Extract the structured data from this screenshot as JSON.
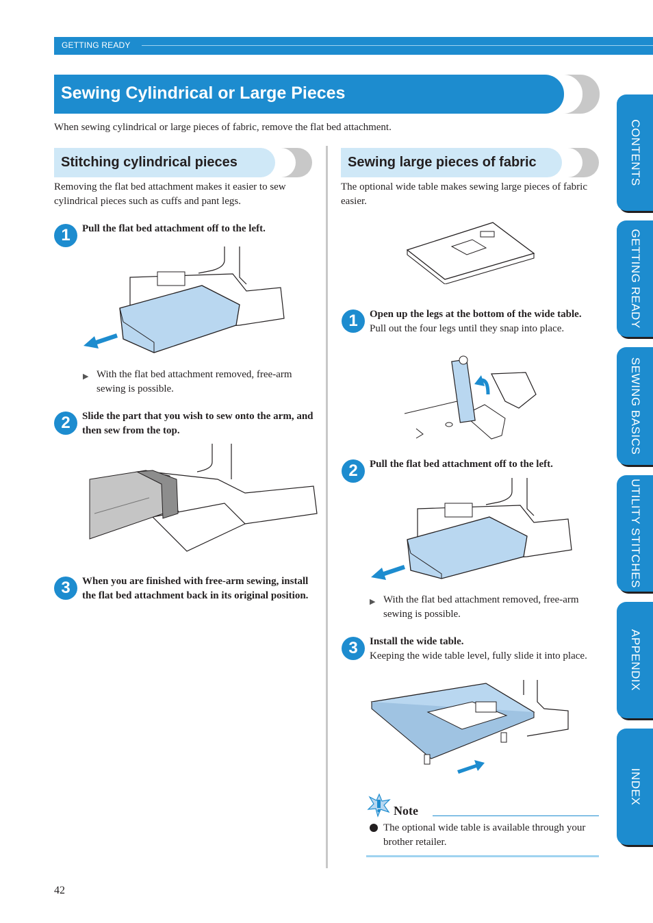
{
  "header": {
    "section": "GETTING READY"
  },
  "title": "Sewing Cylindrical or Large Pieces",
  "intro": "When sewing cylindrical or large pieces of fabric, remove the flat bed attachment.",
  "left": {
    "heading": "Stitching cylindrical pieces",
    "description": "Removing the flat bed attachment makes it easier to sew cylindrical pieces such as cuffs and pant legs.",
    "steps": [
      {
        "num": "1",
        "text": "Pull the flat bed attachment off to the left.",
        "result": "With the flat bed attachment removed, free-arm sewing is possible."
      },
      {
        "num": "2",
        "text": "Slide the part that you wish to sew onto the arm, and then sew from the top."
      },
      {
        "num": "3",
        "text": "When you are finished with free-arm sewing, install the flat bed attachment back in its original position."
      }
    ]
  },
  "right": {
    "heading": "Sewing large pieces of fabric",
    "description": "The optional wide table makes sewing large pieces of fabric easier.",
    "steps": [
      {
        "num": "1",
        "text": "Open up the legs at the bottom of the wide table.",
        "detail": "Pull out the four legs until they snap into place."
      },
      {
        "num": "2",
        "text": "Pull the flat bed attachment off to the left.",
        "result": "With the flat bed attachment removed, free-arm sewing is possible."
      },
      {
        "num": "3",
        "text": "Install the wide table.",
        "detail": "Keeping the wide table level, fully slide it into place."
      }
    ],
    "note": {
      "title": "Note",
      "text": "The optional wide table is available through your brother retailer."
    }
  },
  "tabs": [
    "CONTENTS",
    "GETTING READY",
    "SEWING BASICS",
    "UTILITY STITCHES",
    "APPENDIX",
    "INDEX"
  ],
  "page_number": "42",
  "colors": {
    "accent": "#1d8ccf",
    "light_accent": "#cfe8f7",
    "ghost": "#c8c8c8",
    "illustration_fill": "#b9d7f0"
  }
}
